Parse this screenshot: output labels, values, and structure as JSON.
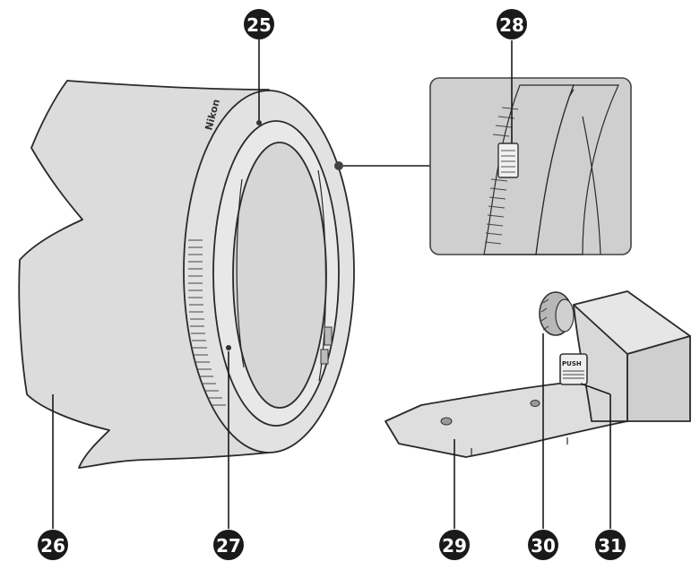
{
  "callouts": {
    "c25": "25",
    "c26": "26",
    "c27": "27",
    "c28": "28",
    "c29": "29",
    "c30": "30",
    "c31": "31"
  },
  "markings": {
    "brand_logo": "Nikon",
    "push_label": "PUSH"
  },
  "colors": {
    "part_fill": "#dedede",
    "inset_fill": "#cfcfcf",
    "outline": "#2a2a2a",
    "callout": "#1a1a1a"
  }
}
